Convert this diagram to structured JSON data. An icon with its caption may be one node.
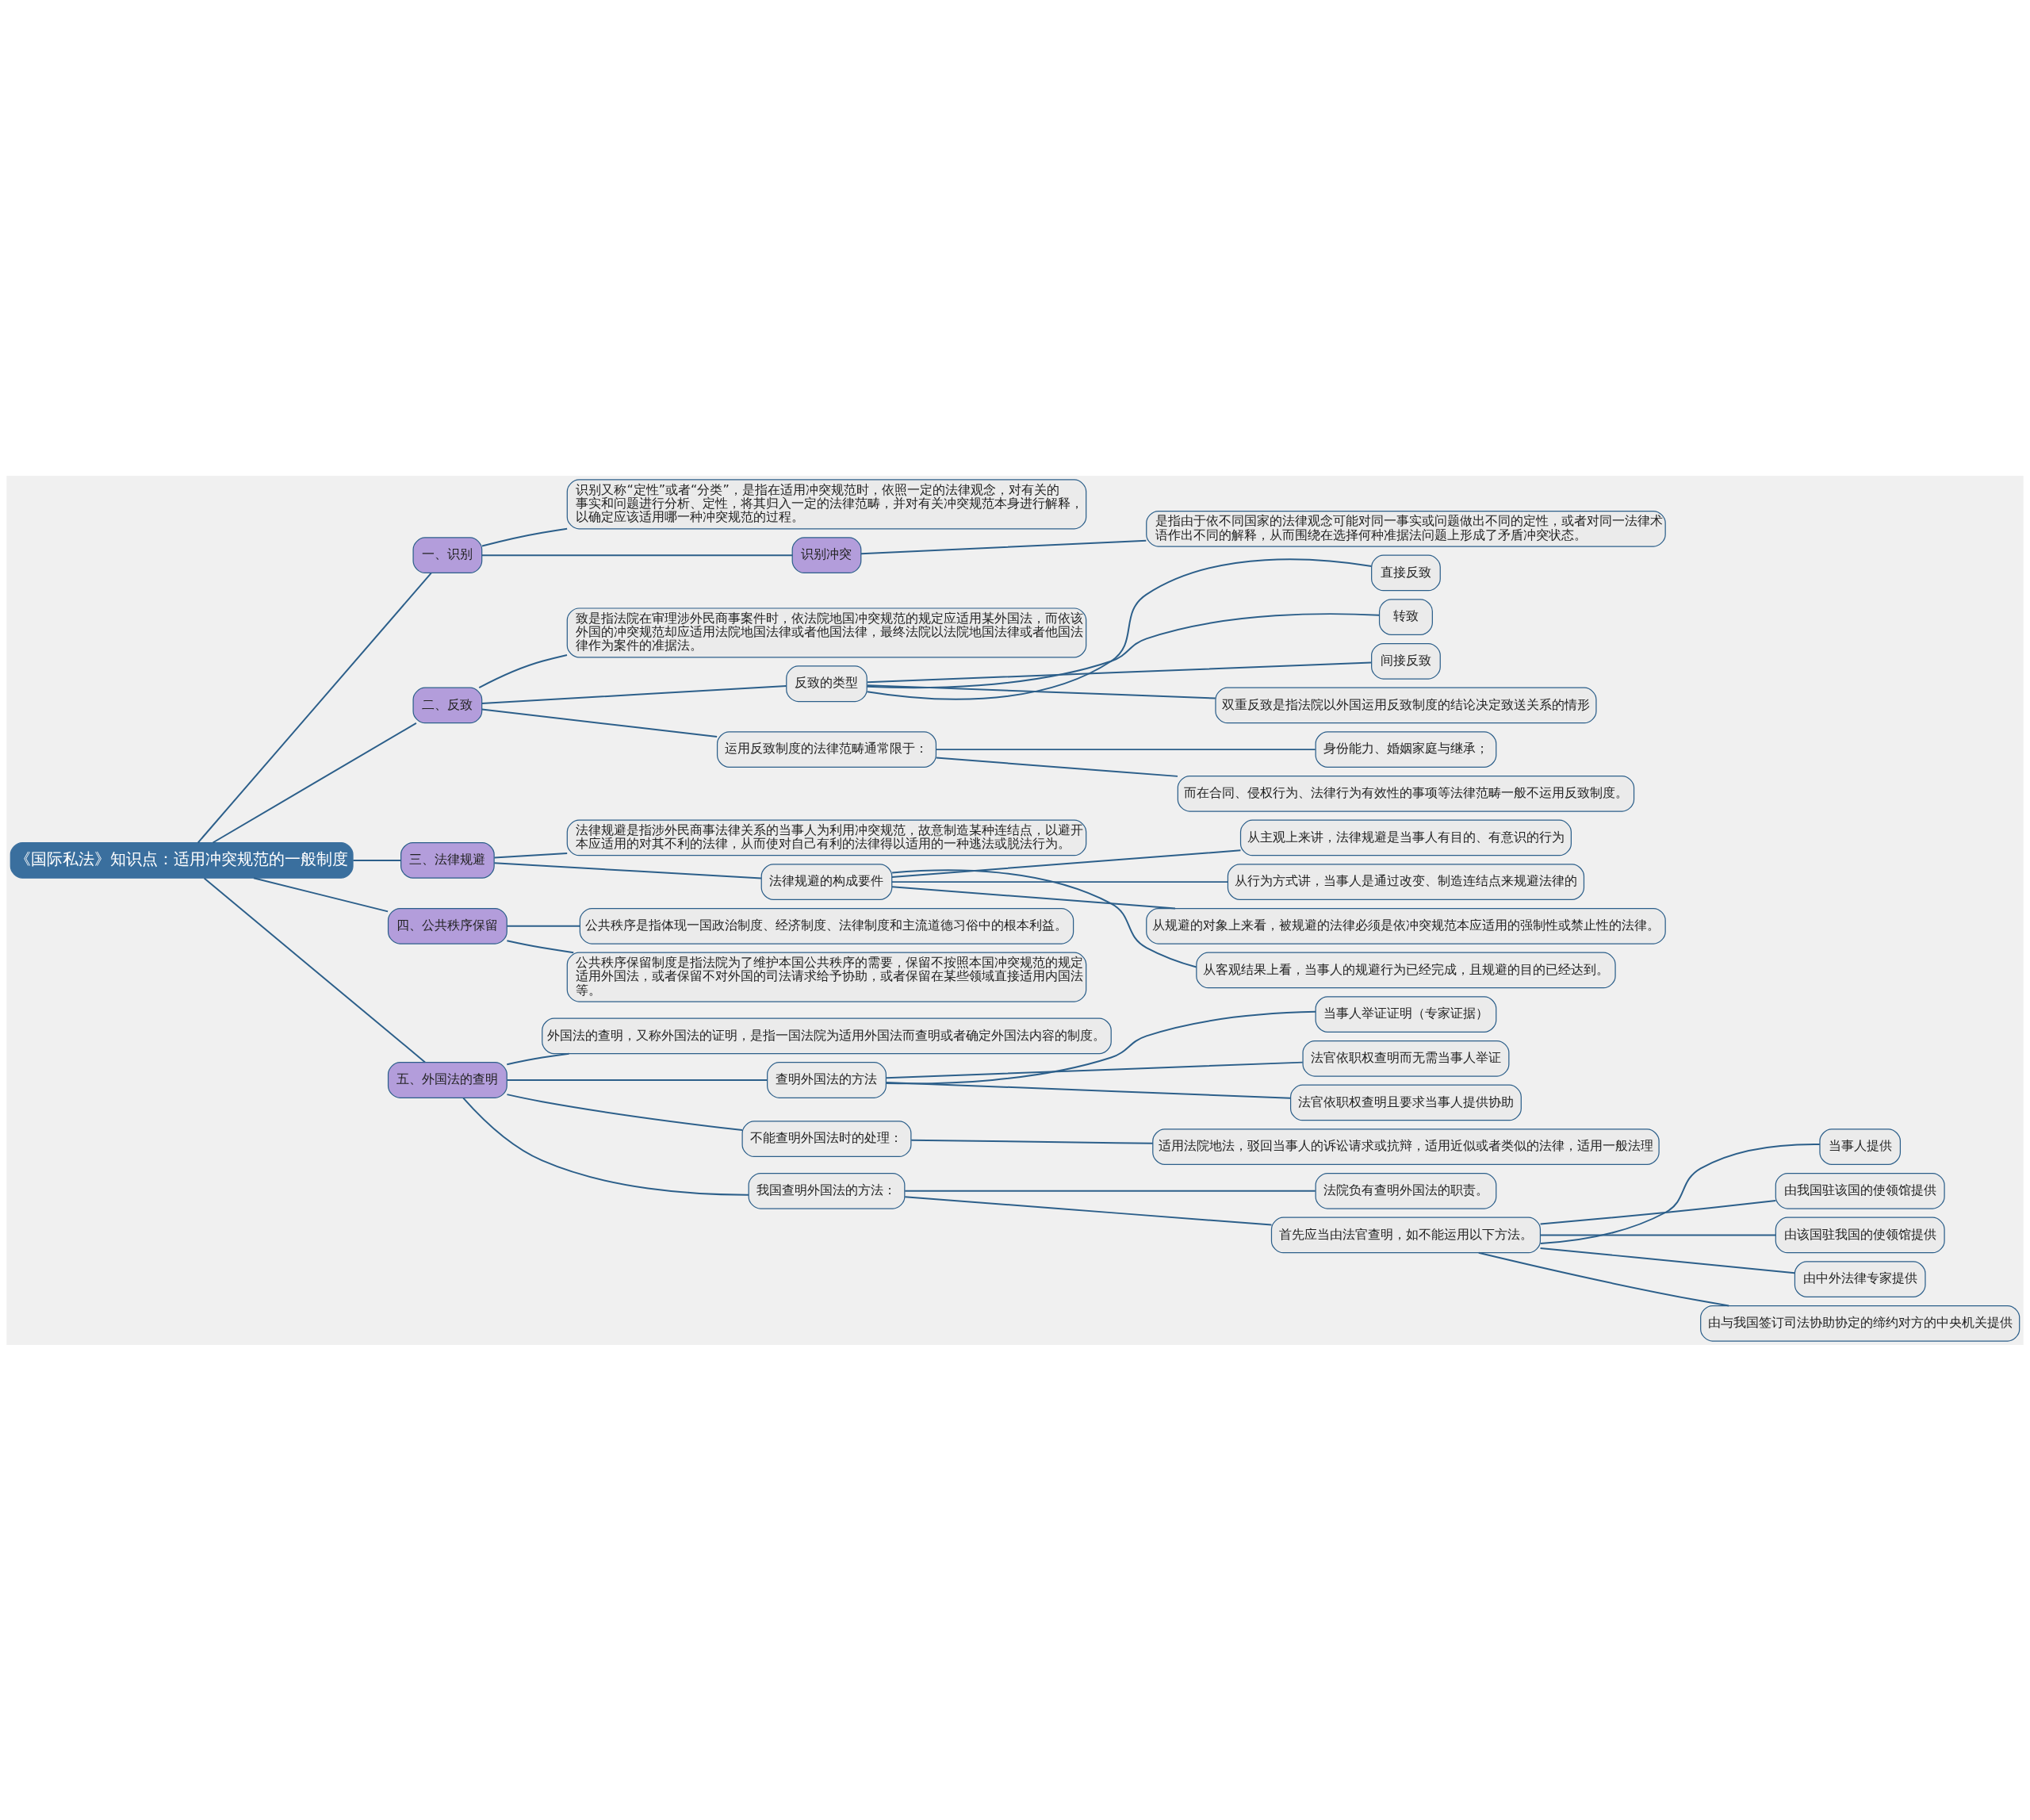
{
  "diagram": {
    "nodes": [
      {
        "text": [
          "《国际私法》知识点：适用冲突规范的一般制度"
        ]
      },
      {
        "text": [
          "一、识别"
        ]
      },
      {
        "text": [
          "识别又称“定性”或者“分类”，是指在适用冲突规范时，依照一定的法律观念，对有关的事实和问题进行分析、定性，将其归入一定的法律范畴，并对有关冲突规范本身进行解释，以确定应该适用哪一种冲突规范的过程。"
        ]
      },
      {
        "text": [
          "识别冲突"
        ]
      },
      {
        "text": [
          "是指由于依不同国家的法律观念可能对同一事实或问题做出不同的定性，或者对同一法律术语作出不同的解释，从而围绕在选择何种准据法问题上形成了矛盾冲突状态。"
        ]
      },
      {
        "text": [
          "二、反致"
        ]
      },
      {
        "text": [
          "致是指法院在审理涉外民商事案件时，依法院地国冲突规范的规定应适用某外国法，而依该外国的冲突规范却应适用法院地国法律或者他国法律，最终法院以法院地国法律或者他国法律作为案件的准据法。"
        ]
      },
      {
        "text": [
          "反致的类型"
        ]
      },
      {
        "text": [
          "直接反致"
        ]
      },
      {
        "text": [
          "转致"
        ]
      },
      {
        "text": [
          "间接反致"
        ]
      },
      {
        "text": [
          "双重反致是指法院以外国运用反致制度的结论决定致送关系的情形"
        ]
      },
      {
        "text": [
          "运用反致制度的法律范畴通常限于："
        ]
      },
      {
        "text": [
          "身份能力、婚姻家庭与继承；"
        ]
      },
      {
        "text": [
          "而在合同、侵权行为、法律行为有效性的事项等法律范畴一般不运用反致制度。"
        ]
      },
      {
        "text": [
          "三、法律规避"
        ]
      },
      {
        "text": [
          "法律规避是指涉外民商事法律关系的当事人为利用冲突规范，故意制造某种连结点，以避开本应适用的对其不利的法律，从而使对自己有利的法律得以适用的一种逃法或脱法行为。"
        ]
      },
      {
        "text": [
          "法律规避的构成要件"
        ]
      },
      {
        "text": [
          "从主观上来讲，法律规避是当事人有目的、有意识的行为"
        ]
      },
      {
        "text": [
          "从行为方式讲，当事人是通过改变、制造连结点来规避法律的"
        ]
      },
      {
        "text": [
          "从规避的对象上来看，被规避的法律必须是依冲突规范本应适用的强制性或禁止性的法律。"
        ]
      },
      {
        "text": [
          "从客观结果上看，当事人的规避行为已经完成，且规避的目的已经达到。"
        ]
      },
      {
        "text": [
          "四、公共秩序保留"
        ]
      },
      {
        "text": [
          "公共秩序是指体现一国政治制度、经济制度、法律制度和主流道德习俗中的根本利益。"
        ]
      },
      {
        "text": [
          "公共秩序保留制度是指法院为了维护本国公共秩序的需要，保留不按照本国冲突规范的规定适用外国法，或者保留不对外国的司法请求给予协助，或者保留在某些领域直接适用内国法等。"
        ]
      },
      {
        "text": [
          "五、外国法的查明"
        ]
      },
      {
        "text": [
          "外国法的查明，又称外国法的证明，是指一国法院为适用外国法而查明或者确定外国法内容的制度。"
        ]
      },
      {
        "text": [
          "查明外国法的方法"
        ]
      },
      {
        "text": [
          "当事人举证证明（专家证据）"
        ]
      },
      {
        "text": [
          "法官依职权查明而无需当事人举证"
        ]
      },
      {
        "text": [
          "法官依职权查明且要求当事人提供协助"
        ]
      },
      {
        "text": [
          "不能查明外国法时的处理："
        ]
      },
      {
        "text": [
          "适用法院地法，驳回当事人的诉讼请求或抗辩，适用近似或者类似的法律，适用一般法理"
        ]
      },
      {
        "text": [
          "我国查明外国法的方法："
        ]
      },
      {
        "text": [
          "法院负有查明外国法的职责。"
        ]
      },
      {
        "text": [
          "首先应当由法官查明，如不能运用以下方法。"
        ]
      },
      {
        "text": [
          "当事人提供"
        ]
      },
      {
        "text": [
          "由我国驻该国的使领馆提供"
        ]
      },
      {
        "text": [
          "由该国驻我国的使领馆提供"
        ]
      },
      {
        "text": [
          "由中外法律专家提供"
        ]
      },
      {
        "text": [
          "由与我国签订司法协助协定的缔约对方的中央机关提供"
        ]
      }
    ],
    "edges": [
      {
        "from": 0,
        "to": 1,
        "arrow": "none"
      },
      {
        "from": 1,
        "to": 2,
        "arrow": "none"
      },
      {
        "from": 1,
        "to": 3,
        "arrow": "none"
      },
      {
        "from": 3,
        "to": 4,
        "arrow": "none"
      },
      {
        "from": 0,
        "to": 5,
        "arrow": "none"
      },
      {
        "from": 5,
        "to": 6,
        "arrow": "none"
      },
      {
        "from": 5,
        "to": 7,
        "arrow": "none"
      },
      {
        "from": 7,
        "to": 8,
        "arrow": "none"
      },
      {
        "from": 7,
        "to": 9,
        "arrow": "none"
      },
      {
        "from": 7,
        "to": 10,
        "arrow": "none"
      },
      {
        "from": 7,
        "to": 11,
        "arrow": "none"
      },
      {
        "from": 5,
        "to": 12,
        "arrow": "none"
      },
      {
        "from": 12,
        "to": 13,
        "arrow": "none"
      },
      {
        "from": 12,
        "to": 14,
        "arrow": "none"
      },
      {
        "from": 0,
        "to": 15,
        "arrow": "none"
      },
      {
        "from": 15,
        "to": 16,
        "arrow": "none"
      },
      {
        "from": 15,
        "to": 17,
        "arrow": "none"
      },
      {
        "from": 17,
        "to": 18,
        "arrow": "none"
      },
      {
        "from": 17,
        "to": 19,
        "arrow": "none"
      },
      {
        "from": 17,
        "to": 20,
        "arrow": "none"
      },
      {
        "from": 17,
        "to": 21,
        "arrow": "none"
      },
      {
        "from": 0,
        "to": 22,
        "arrow": "none"
      },
      {
        "from": 22,
        "to": 23,
        "arrow": "none"
      },
      {
        "from": 22,
        "to": 24,
        "arrow": "none"
      },
      {
        "from": 0,
        "to": 25,
        "arrow": "none"
      },
      {
        "from": 25,
        "to": 26,
        "arrow": "none"
      },
      {
        "from": 25,
        "to": 27,
        "arrow": "none"
      },
      {
        "from": 27,
        "to": 28,
        "arrow": "none"
      },
      {
        "from": 27,
        "to": 29,
        "arrow": "none"
      },
      {
        "from": 27,
        "to": 30,
        "arrow": "none"
      },
      {
        "from": 25,
        "to": 31,
        "arrow": "none"
      },
      {
        "from": 31,
        "to": 32,
        "arrow": "none"
      },
      {
        "from": 25,
        "to": 33,
        "arrow": "none"
      },
      {
        "from": 33,
        "to": 34,
        "arrow": "none"
      },
      {
        "from": 33,
        "to": 35,
        "arrow": "none"
      },
      {
        "from": 35,
        "to": 36,
        "arrow": "none"
      },
      {
        "from": 35,
        "to": 37,
        "arrow": "none"
      },
      {
        "from": 35,
        "to": 38,
        "arrow": "none"
      },
      {
        "from": 35,
        "to": 39,
        "arrow": "none"
      },
      {
        "from": 35,
        "to": 40,
        "arrow": "none"
      }
    ]
  }
}
